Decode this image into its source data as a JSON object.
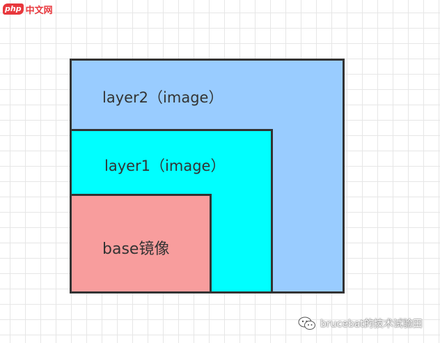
{
  "logo": {
    "badge": "php",
    "text": "中文网"
  },
  "diagram": {
    "layers": [
      {
        "id": "layer2",
        "label": "layer2（image）",
        "fill": "#99ccff"
      },
      {
        "id": "layer1",
        "label": "layer1（image）",
        "fill": "#00ffff"
      },
      {
        "id": "base",
        "label": "base镜像",
        "fill": "#f89d9d"
      }
    ],
    "border_color": "#333333",
    "grid": true
  },
  "watermark": {
    "icon": "wechat-icon",
    "text": "brucebat的技术试验田"
  }
}
